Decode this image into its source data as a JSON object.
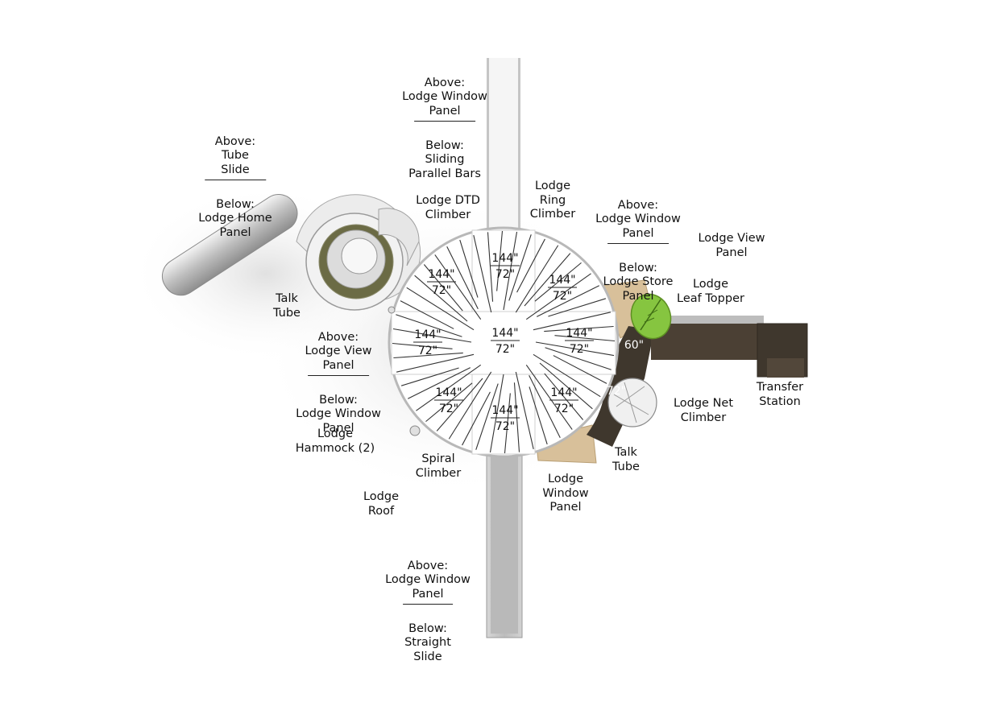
{
  "labels": {
    "tube_slide": {
      "above": "Above:\nTube\nSlide",
      "below": "Below:\nLodge Home\nPanel"
    },
    "sliding_bars": {
      "above": "Above:\nLodge Window\nPanel",
      "below": "Below:\nSliding\nParallel Bars"
    },
    "dtd_climber": "Lodge DTD\nClimber",
    "ring_climber": "Lodge\nRing\nClimber",
    "store_panel": {
      "above": "Above:\nLodge Window\nPanel",
      "below": "Below:\nLodge Store\nPanel"
    },
    "view_panel_right": "Lodge View\nPanel",
    "leaf_topper": "Lodge\nLeaf Topper",
    "talk_tube_left": "Talk\nTube",
    "window_panel_left": {
      "above": "Above:\nLodge View\nPanel",
      "below": "Below:\nLodge Window\nPanel"
    },
    "transfer_station": "Transfer\nStation",
    "net_climber": "Lodge Net\nClimber",
    "hammock": "Lodge\nHammock (2)",
    "spiral_climber": "Spiral\nClimber",
    "talk_tube_right": "Talk\nTube",
    "window_panel_bottom": "Lodge\nWindow\nPanel",
    "roof": "Lodge\nRoof",
    "straight_slide": {
      "above": "Above:\nLodge Window\nPanel",
      "below": "Below:\nStraight\nSlide"
    }
  },
  "dimensions": {
    "d144": "144\"",
    "d72": "72\"",
    "d60": "60\""
  },
  "colors": {
    "deck": "#ffffff",
    "roof_edge": "#b8b8b8",
    "wood": "#d8c09a",
    "dark_brown": "#3f372d",
    "deck_brown": "#4b4034",
    "leaf": "#86c540",
    "slide": "#c9c9c9"
  }
}
